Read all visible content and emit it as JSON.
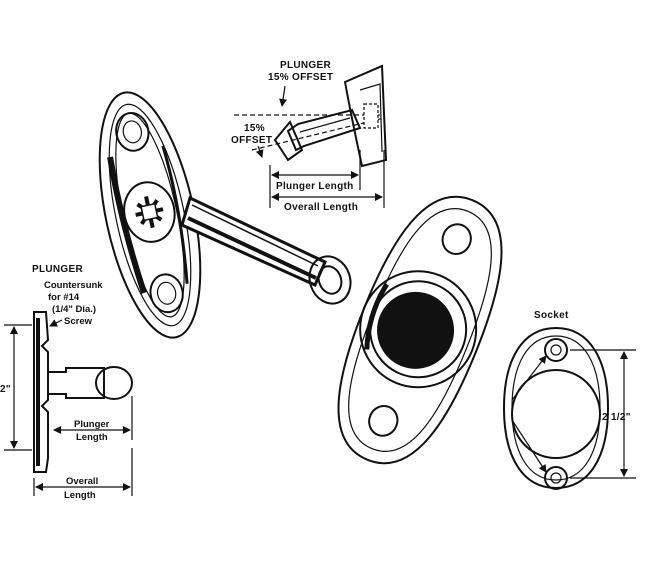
{
  "offset_view": {
    "plunger_heading": "PLUNGER",
    "plunger_offset": "15% OFFSET",
    "side_offset_line1": "15%",
    "side_offset_line2": "OFFSET",
    "plunger_length": "Plunger Length",
    "overall_length": "Overall Length"
  },
  "plunger_view": {
    "heading": "PLUNGER",
    "note_line1": "Countersunk",
    "note_line2": "for #14",
    "note_line3": "(1/4\" Dia.)",
    "note_line4": "Screw",
    "height_dim": "2\"",
    "plunger_length_line1": "Plunger",
    "plunger_length_line2": "Length",
    "overall_length_line1": "Overall",
    "overall_length_line2": "Length"
  },
  "socket_view": {
    "heading": "Socket",
    "height_dim": "2 1/2\""
  },
  "colors": {
    "ink": "#111111",
    "paper": "#ffffff"
  }
}
